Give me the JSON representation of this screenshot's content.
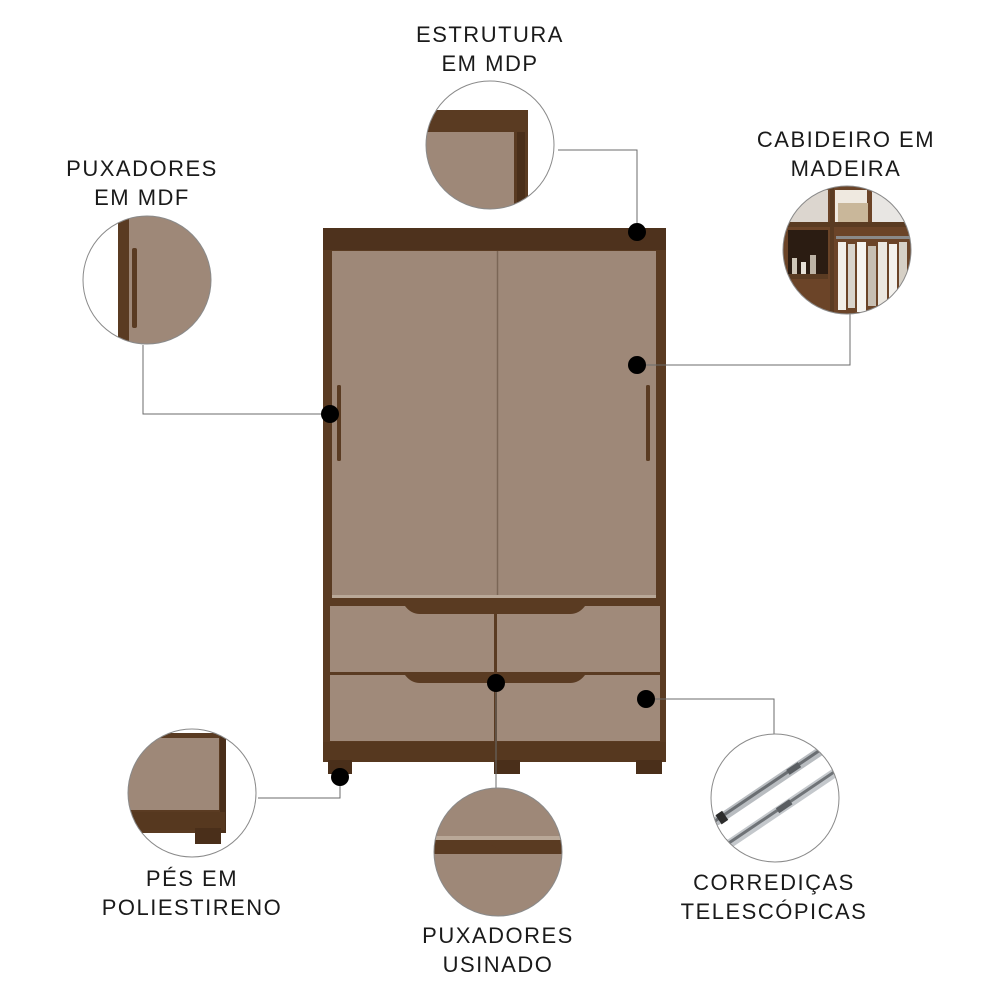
{
  "callouts": {
    "estrutura": {
      "line1": "ESTRUTURA",
      "line2": "EM MDP"
    },
    "cabideiro": {
      "line1": "CABIDEIRO EM",
      "line2": "MADEIRA"
    },
    "puxadores_mdf": {
      "line1": "PUXADORES",
      "line2": "EM MDF"
    },
    "pes": {
      "line1": "PÉS EM",
      "line2": "POLIESTIRENO"
    },
    "puxadores_usinado": {
      "line1": "PUXADORES",
      "line2": "USINADO"
    },
    "corredicas": {
      "line1": "CORREDIÇAS",
      "line2": "TELESCÓPICAS"
    }
  },
  "colors": {
    "wood": "#5a3b22",
    "wood_dark": "#4a2f1a",
    "panel": "#9e8878",
    "panel_light": "#a8927f",
    "marker": "#000000",
    "leader": "#6b6b6b"
  }
}
